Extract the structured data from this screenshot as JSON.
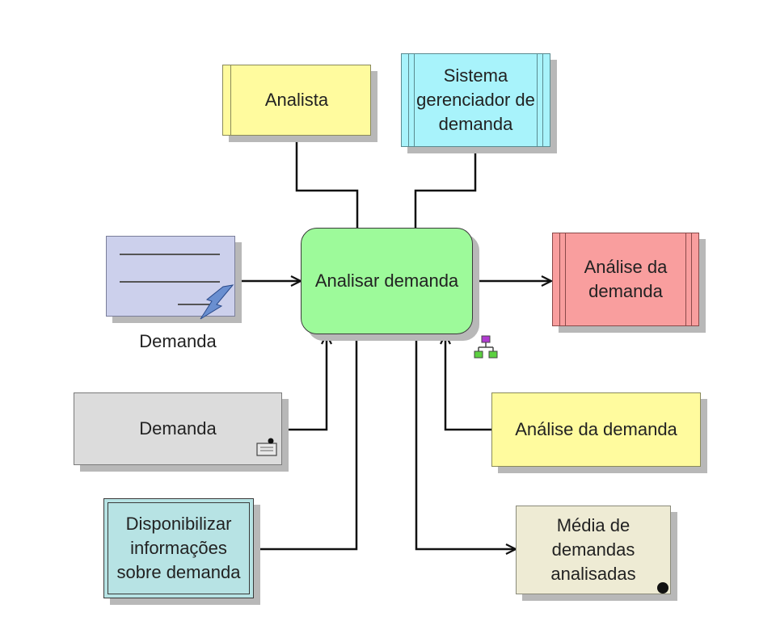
{
  "nodes": {
    "analista": "Analista",
    "sistema": "Sistema gerenciador de demanda",
    "central": "Analisar demanda",
    "analise_output": "Análise da demanda",
    "demanda_doc": "Demanda",
    "demanda_gray": "Demanda",
    "analise_yellow": "Análise da demanda",
    "disponibilizar": "Disponibilizar informações sobre demanda",
    "media": "Média de demandas analisadas"
  },
  "icons": {
    "hierarchy": "hierarchy-icon",
    "lightning": "lightning-icon",
    "note": "note-icon"
  },
  "colors": {
    "analista": "#fffb9e",
    "sistema": "#a8f3fb",
    "central": "#9dfa9a",
    "analise_output": "#f99e9e",
    "demanda_doc": "#ccd0ec",
    "demanda_gray": "#dcdcdc",
    "analise_yellow": "#fffb9e",
    "disponibilizar": "#b7e3e4",
    "media": "#eeebd4"
  }
}
